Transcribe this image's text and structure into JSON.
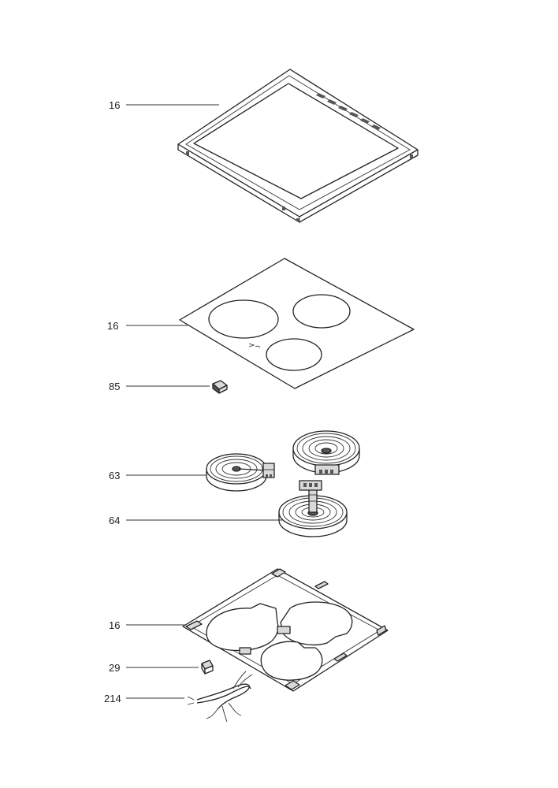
{
  "callouts": [
    {
      "id": "frame",
      "label": "16"
    },
    {
      "id": "glass",
      "label": "16"
    },
    {
      "id": "clip",
      "label": "85"
    },
    {
      "id": "heater-small",
      "label": "63"
    },
    {
      "id": "heater-large",
      "label": "64"
    },
    {
      "id": "tray",
      "label": "16"
    },
    {
      "id": "bracket",
      "label": "29"
    },
    {
      "id": "cable",
      "label": "214"
    }
  ],
  "colors": {
    "line": "#222222",
    "background": "#ffffff"
  }
}
